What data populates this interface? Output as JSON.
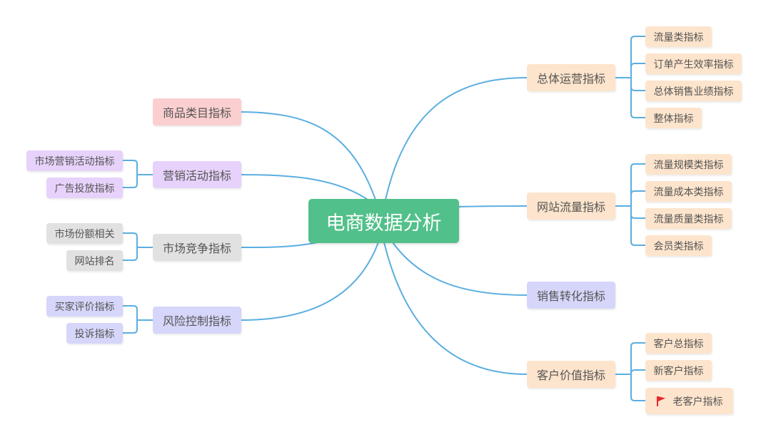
{
  "diagram": {
    "root": "电商数据分析",
    "left": [
      {
        "label": "商品类目指标",
        "color": "pink",
        "children": []
      },
      {
        "label": "营销活动指标",
        "color": "purple",
        "children": [
          "市场营销活动指标",
          "广告投放指标"
        ]
      },
      {
        "label": "市场竞争指标",
        "color": "gray",
        "children": [
          "市场份额相关",
          "网站排名"
        ]
      },
      {
        "label": "风险控制指标",
        "color": "blue",
        "children": [
          "买家评价指标",
          "投诉指标"
        ]
      }
    ],
    "right": [
      {
        "label": "总体运营指标",
        "color": "peach",
        "children": [
          "流量类指标",
          "订单产生效率指标",
          "总体销售业绩指标",
          "整体指标"
        ]
      },
      {
        "label": "网站流量指标",
        "color": "peach",
        "children": [
          "流量规模类指标",
          "流量成本类指标",
          "流量质量类指标",
          "会员类指标"
        ]
      },
      {
        "label": "销售转化指标",
        "color": "blue",
        "children": []
      },
      {
        "label": "客户价值指标",
        "color": "peach",
        "children": [
          "客户总指标",
          "新客户指标",
          "老客户指标"
        ]
      }
    ],
    "flag_item": {
      "label": "老客户指标",
      "icon": "red-flag-icon",
      "color": "#e8262d"
    },
    "colors": {
      "root": "#52c08a",
      "connector": "#5aaee0",
      "pink": "#fbcfd0",
      "purple": "#e7d2fb",
      "gray": "#e1e1e1",
      "blue": "#d6d6fb",
      "peach": "#fde4cc"
    }
  }
}
